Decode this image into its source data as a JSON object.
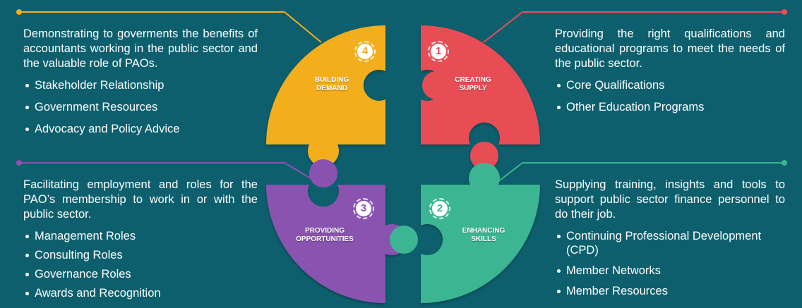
{
  "colors": {
    "background": "#0e5f6e",
    "creating_supply": "#e84d55",
    "enhancing_skills": "#3bb592",
    "providing_opportunities": "#8a52b0",
    "building_demand": "#f3ae1c"
  },
  "pieces": [
    {
      "number": "1",
      "line1": "CREATING",
      "line2": "SUPPLY"
    },
    {
      "number": "2",
      "line1": "ENHANCING",
      "line2": "SKILLS"
    },
    {
      "number": "3",
      "line1": "PROVIDING",
      "line2": "OPPORTUNITIES"
    },
    {
      "number": "4",
      "line1": "BUILDING",
      "line2": "DEMAND"
    }
  ],
  "blocks": {
    "creating_supply": {
      "description": "Providing the right qualifications and educational programs to meet the needs of the public sector.",
      "items": [
        "Core Qualifications",
        "Other Education Programs"
      ]
    },
    "enhancing_skills": {
      "description": "Supplying training, insights and tools to support public sector finance personnel to do their job.",
      "items": [
        "Continuing Professional Development (CPD)",
        "Member Networks",
        "Member Resources"
      ]
    },
    "providing_opportunities": {
      "description": "Facilitating employment and roles for the PAO’s membership to work in or with the public sector.",
      "items": [
        "Management Roles",
        "Consulting Roles",
        "Governance Roles",
        "Awards and Recognition"
      ]
    },
    "building_demand": {
      "description": "Demonstrating to goverments the benefits of accountants working in the public sector and the valuable role of PAOs.",
      "items": [
        "Stakeholder Relationship",
        "Government Resources",
        "Advocacy and Policy Advice"
      ]
    }
  }
}
